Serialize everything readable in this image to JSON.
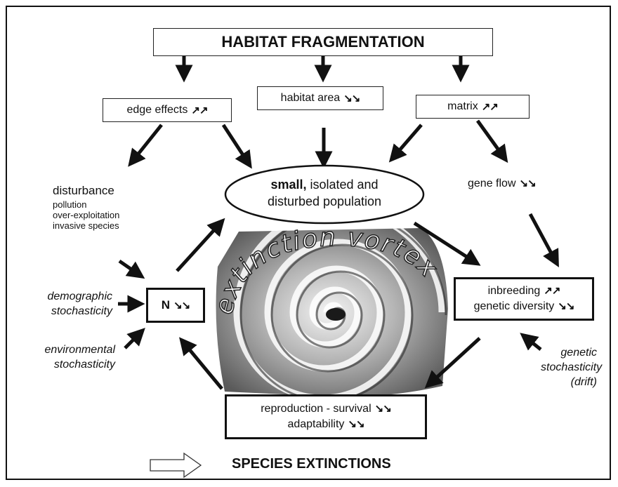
{
  "title": "HABITAT FRAGMENTATION",
  "drivers": {
    "edge_effects": {
      "label": "edge effects",
      "trend": "↗↗"
    },
    "habitat_area": {
      "label": "habitat area",
      "trend": "↘↘"
    },
    "matrix": {
      "label": "matrix",
      "trend": "↗↗"
    }
  },
  "disturbance": {
    "label": "disturbance",
    "items": [
      "pollution",
      "over-exploitation",
      "invasive species"
    ]
  },
  "gene_flow": {
    "label": "gene flow",
    "trend": "↘↘"
  },
  "population": {
    "bold": "small,",
    "rest": " isolated and",
    "line2": "disturbed population"
  },
  "vortex_text": "extinction vortex",
  "n_box": {
    "label": "N",
    "trend": "↘↘"
  },
  "demographic": {
    "line1": "demographic",
    "line2": "stochasticity"
  },
  "environmental": {
    "line1": "environmental",
    "line2": "stochasticity"
  },
  "inbreeding": {
    "line1": "inbreeding",
    "trend1": "↗↗",
    "line2": "genetic diversity",
    "trend2": "↘↘"
  },
  "genetic_stochasticity": {
    "line1": "genetic",
    "line2": "stochasticity",
    "line3": "(drift)"
  },
  "reproduction": {
    "line1": "reproduction - survival",
    "trend1": "↘↘",
    "line2": "adaptability",
    "trend2": "↘↘"
  },
  "outcome": "SPECIES EXTINCTIONS"
}
